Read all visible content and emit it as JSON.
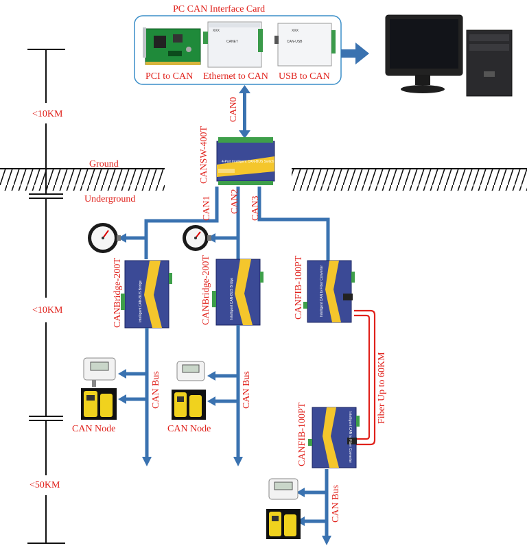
{
  "card": {
    "title": "PC CAN Interface Card",
    "items": [
      "PCI to CAN",
      "Ethernet to CAN",
      "USB to CAN"
    ]
  },
  "links": {
    "can0": "CAN0",
    "can1": "CAN1",
    "can2": "CAN2",
    "can3": "CAN3",
    "bus1": "CAN Bus",
    "bus2": "CAN Bus",
    "bus3": "CAN Bus",
    "fiber": "Fiber Up to 60KM"
  },
  "devices": {
    "switch": "CANSW-400T",
    "switch_panel": "4-Port Intelligent CAN-BUS Switch",
    "bridge1": "CANBridge-200T",
    "bridge2": "CANBridge-200T",
    "bridge_panel": "Intelligent CAN-BUS Bridge",
    "fib1": "CANFIB-100PT",
    "fib2": "CANFIB-100PT",
    "fib_panel": "Intelligent CAN to Fiber Converter"
  },
  "nodes": [
    "CAN Node",
    "CAN Node"
  ],
  "terrain": {
    "ground": "Ground",
    "underground": "Underground"
  },
  "distances": [
    "<10KM",
    "<10KM",
    "<50KM"
  ],
  "colors": {
    "label": "#e0211b",
    "link": "#3a72b0",
    "fiber": "#e0211b",
    "device": "#3b4a96",
    "accent": "#f4c62c"
  }
}
